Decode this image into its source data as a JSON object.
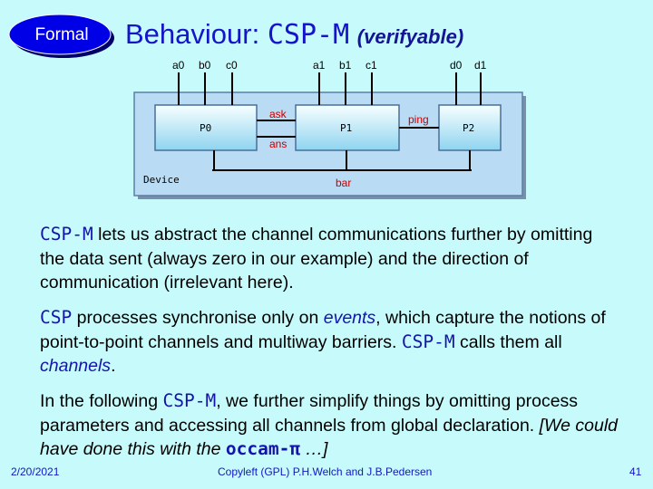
{
  "badge": {
    "label": "Formal"
  },
  "title": {
    "main": "Behaviour:",
    "csp": "CSP-M",
    "note": "(verifyable)"
  },
  "diagram": {
    "process_labels": [
      "P0",
      "P1",
      "P2"
    ],
    "container_label": "Device",
    "channel_labels": {
      "a0": "a0",
      "b0": "b0",
      "c0": "c0",
      "a1": "a1",
      "b1": "b1",
      "c1": "c1",
      "d0": "d0",
      "d1": "d1",
      "ask": "ask",
      "ans": "ans",
      "ping": "ping",
      "bar": "bar"
    }
  },
  "paragraphs": {
    "p1": {
      "csp": "CSP-M",
      "text": " lets us abstract the channel communications further by omitting the data sent (always zero in our example) and the direction of communication (irrelevant here)."
    },
    "p2": {
      "csp": "CSP",
      "t1": " processes synchronise only on ",
      "events": "events",
      "t2": ", which capture the notions of point-to-point channels and multiway barriers. ",
      "cspm": "CSP-M",
      "t3": " calls them all ",
      "channels": "channels",
      "t4": "."
    },
    "p3": {
      "t1": "In the following ",
      "cspm": "CSP-M",
      "t2": ", we further simplify things by omitting process parameters and accessing all channels from global declaration. ",
      "b1": "[We could have done this with the ",
      "occam": "occam-π",
      "b2": " …]"
    }
  },
  "footer": {
    "date": "2/20/2021",
    "copyright": "Copyleft (GPL) P.H.Welch and J.B.Pedersen",
    "page": "41"
  }
}
